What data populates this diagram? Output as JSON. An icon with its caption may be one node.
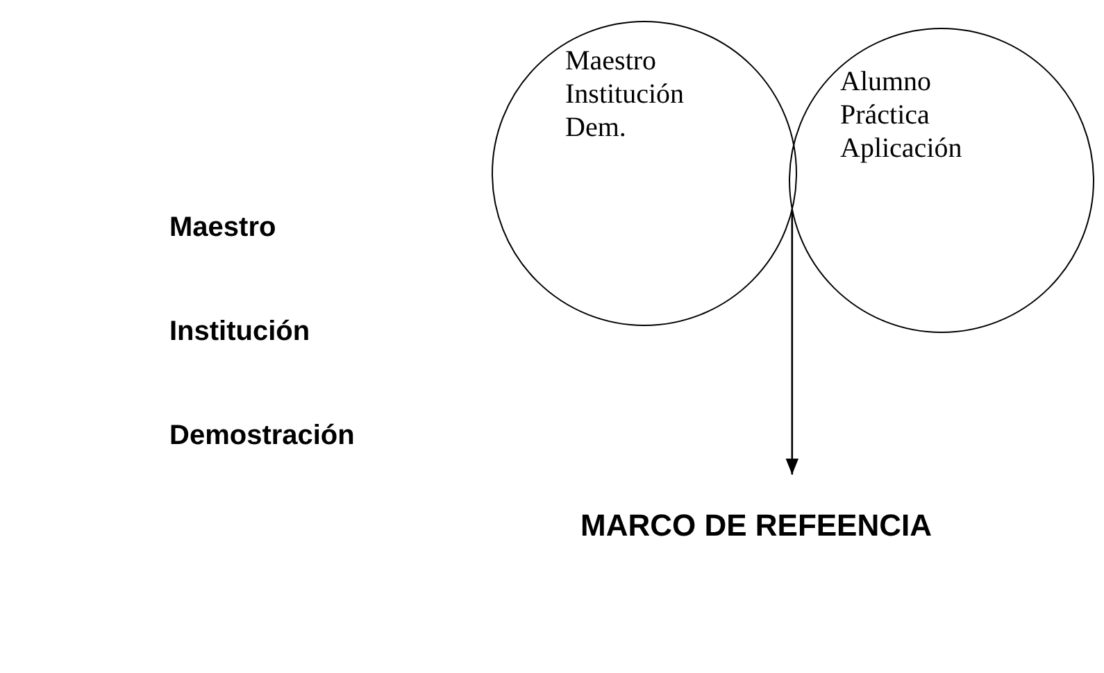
{
  "diagram": {
    "nodes": [
      {
        "text": [
          "Maestro",
          "Institución",
          "Dem."
        ]
      },
      {
        "text": [
          "Alumno",
          "Práctica",
          "Aplicación"
        ]
      },
      {
        "text": [
          "MARCO DE REFEENCIA"
        ]
      }
    ],
    "edges": [
      {
        "from": 0,
        "to": 2,
        "arrow": "to"
      }
    ],
    "labels": [
      "Maestro",
      "Institución",
      "Demostración"
    ]
  }
}
